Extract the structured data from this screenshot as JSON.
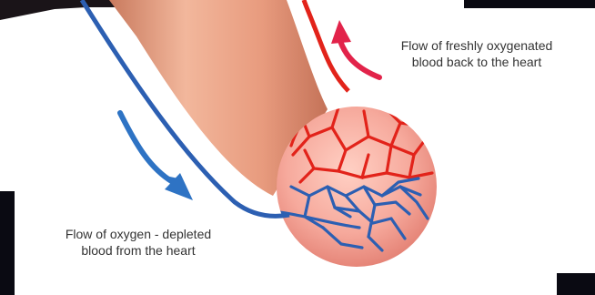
{
  "labels": {
    "oxygenated_line1": "Flow of freshly oxygenated",
    "oxygenated_line2": "blood back to the heart",
    "depleted_line1": "Flow of oxygen - depleted",
    "depleted_line2": "blood from the heart"
  },
  "colors": {
    "artery": "#e2231a",
    "vein": "#2c5fb2",
    "arrow_artery": "#e2234a",
    "arrow_vein": "#2e73c4",
    "tissue": "#f3a79c",
    "tube": "#e99f83",
    "frame": "#0a0a12"
  }
}
